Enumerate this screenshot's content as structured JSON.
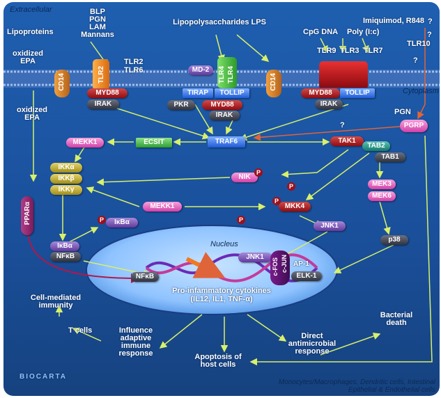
{
  "compartments": {
    "extracellular": "Extracellular",
    "cytoplasm": "Cytoplasm",
    "nucleus": "Nucleus"
  },
  "ligands": {
    "blp": "BLP",
    "pgn": "PGN",
    "lam": "LAM",
    "mannans": "Mannans",
    "lipoproteins": "Lipoproteins",
    "oxidized_epa_top": "oxidized EPA",
    "lps": "Lipopolysaccharides LPS",
    "cpg": "CpG DNA",
    "polyic": "Poly (I:c)",
    "imiquimod": "Imiquimod, R848",
    "question1": "?",
    "question2": "?",
    "question3": "?",
    "question4": "?"
  },
  "receptors": {
    "cd14_left": "CD14",
    "tlr2": "TLR2",
    "tlr2_label": "TLR2",
    "tlr6_label": "TLR6",
    "md2": "MD-2",
    "tlr4a": "TLR4",
    "tlr4b": "TLR4",
    "cd14_right": "CD14",
    "tlr9": "TLR9",
    "tlr3": "TLR3",
    "tlr7": "TLR7",
    "tlr10": "TLR10"
  },
  "adaptors": {
    "myd88_left": "MYD88",
    "irak_left": "IRAK",
    "tirap": "TIRAP",
    "tollip_mid": "TOLLIP",
    "pkr": "PKR",
    "myd88_mid": "MYD88",
    "irak_mid": "IRAK",
    "myd88_right": "MYD88",
    "tollip_right": "TOLLIP",
    "irak_right": "IRAK",
    "pgn_right": "PGN",
    "pgrp": "PGRP"
  },
  "signaling": {
    "oxidized_epa": "oxidized EPA",
    "mekk1_top": "MEKK1",
    "ecsit": "ECSIT",
    "traf6": "TRAF6",
    "tak1": "TAK1",
    "tab2": "TAB2",
    "tab1": "TAB1",
    "ikka": "IKKα",
    "ikkb": "IKKβ",
    "ikkg": "IKKγ",
    "nik": "NIK",
    "p_nik": "P",
    "p_nik2": "P",
    "mek3": "MEK3",
    "mek6": "MEK6",
    "ppar": "PPARα",
    "mekk1_mid": "MEKK1",
    "mkk4": "MKK4",
    "p_mkk4": "P",
    "p_mkk4b": "P",
    "p_ikba": "P",
    "ikba_p": "IκBα",
    "jnk1": "JNK1",
    "p38": "p38",
    "ikba_complex": "IκBα",
    "nfkb_complex": "NFκB"
  },
  "nucleus": {
    "nfkb": "NFκB",
    "jnk1": "JNK1",
    "cfos": "c-FOS",
    "cjun": "c-JUN",
    "ap1": "AP-1",
    "elk1": "ELK-1",
    "cytokines_line1": "Pro-infammatory cytokines",
    "cytokines_line2": "(IL12, IL1, TNF-α)"
  },
  "outcomes": {
    "cell_mediated": "Cell-mediated immunity",
    "t_cells": "T cells",
    "influence": "Influence adaptive immune response",
    "apoptosis": "Apoptosis of host cells",
    "direct": "Direct antimicrobial response",
    "bacterial": "Bacterial death"
  },
  "footer": {
    "brand": "BIOCARTA",
    "cells": "Monocytes/Macrophages, Dendritic cells, Intestinal Epithelial & Endothelial cells"
  },
  "colors": {
    "background": "#1a4f9a",
    "membrane": "#5b86c9",
    "nucleus_fill": "#8fc3ff",
    "arrow": "#d8f06a"
  }
}
